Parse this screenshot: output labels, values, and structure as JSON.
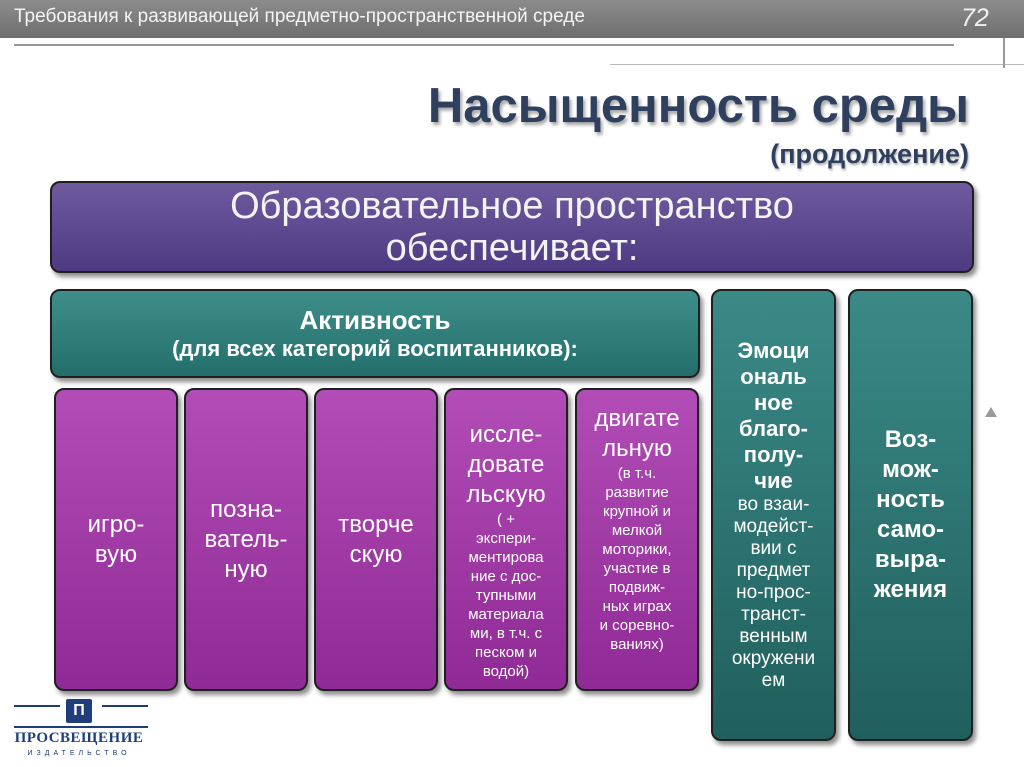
{
  "header": {
    "topbar_title": "Требования к развивающей предметно-пространственной среде",
    "page_number": "72",
    "title": "Насыщенность среды",
    "subtitle": "(продолжение)"
  },
  "main_box": {
    "line1": "Образовательное пространство",
    "line2": "обеспечивает:"
  },
  "activity": {
    "title": "Активность",
    "subtitle": "(для всех категорий воспитанников):"
  },
  "activity_types": [
    {
      "lines": [
        "игро-",
        "вую"
      ]
    },
    {
      "lines": [
        "позна-",
        "ватель-",
        "ную"
      ]
    },
    {
      "lines": [
        "творче",
        "скую"
      ]
    },
    {
      "lines": [
        "иссле-",
        "довате",
        "льскую"
      ],
      "details": [
        "( +",
        "экспери-",
        "ментирова",
        "ние с дос-",
        "тупными",
        "материала",
        "ми, в т.ч. с",
        "песком и",
        "водой)"
      ]
    },
    {
      "lines": [
        "двигате",
        "льную"
      ],
      "details": [
        "(в т.ч.",
        "развитие",
        "крупной и",
        "мелкой",
        "моторики,",
        "участие в",
        "подвиж-",
        "ных играх",
        "и соревно-",
        "ваниях)"
      ]
    }
  ],
  "emotional": {
    "bold_lines": [
      "Эмоци",
      "ональ",
      "ное",
      "благо-",
      "полу-",
      "чие"
    ],
    "regular_lines": [
      "во взаи-",
      "модейст-",
      "вии с",
      "предмет",
      "но-прос-",
      "транст-",
      "венным",
      "окружени",
      "ем"
    ]
  },
  "self_expression": {
    "lines": [
      "Воз-",
      "мож-",
      "ность",
      "само-",
      "выра-",
      "жения"
    ]
  },
  "logo": {
    "mark": "П",
    "name": "ПРОСВЕЩЕНИЕ",
    "sub": "ИЗДАТЕЛЬСТВО"
  },
  "colors": {
    "header_purple": "#5a4690",
    "teal": "#2c7c79",
    "magenta": "#a03ca6",
    "title_navy": "#2f3f5e"
  }
}
